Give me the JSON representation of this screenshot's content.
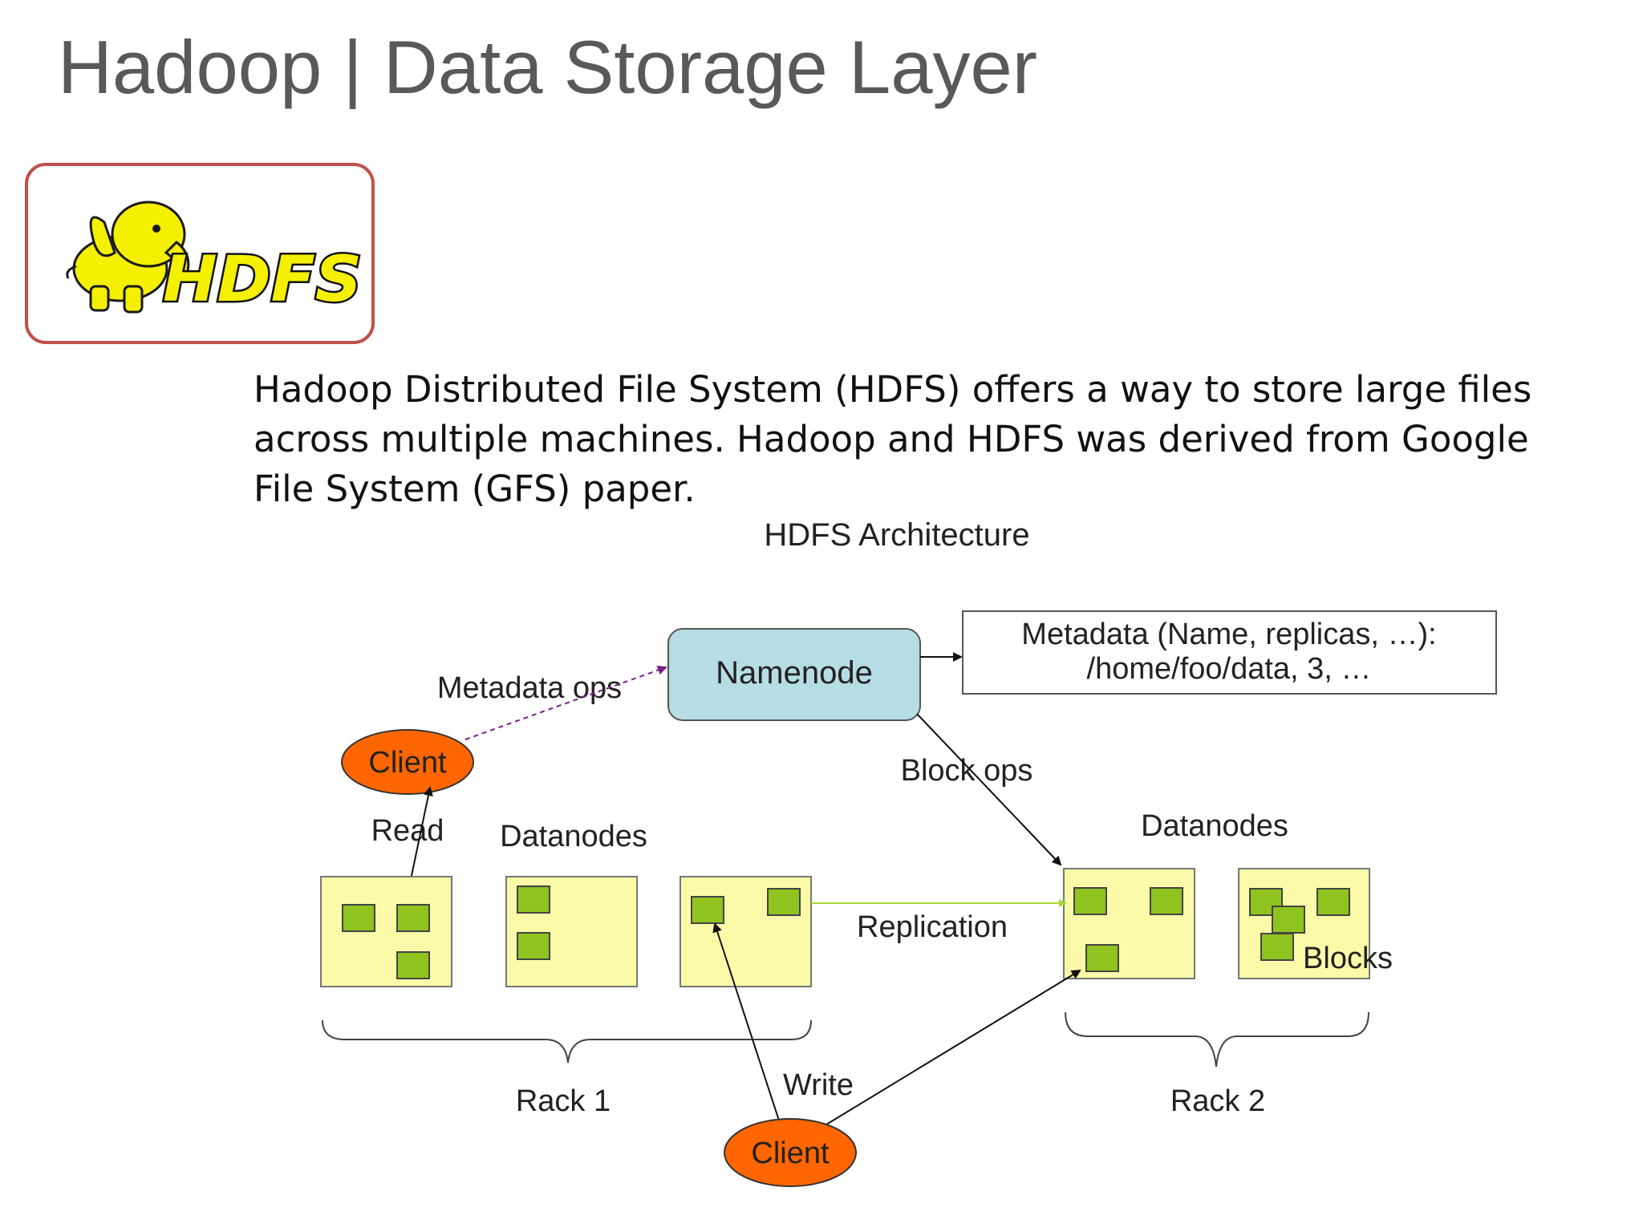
{
  "title": "Hadoop | Data Storage Layer",
  "logo": {
    "text": "HDFS"
  },
  "description": "Hadoop Distributed File System (HDFS) offers a way to store large files across multiple machines. Hadoop and HDFS was derived from Google File System (GFS) paper.",
  "diagram": {
    "title": "HDFS Architecture",
    "namenode": "Namenode",
    "metadata_line1": "Metadata (Name, replicas, …):",
    "metadata_line2": "/home/foo/data, 3, …",
    "metadata_ops": "Metadata ops",
    "block_ops": "Block ops",
    "client_top": "Client",
    "client_bottom": "Client",
    "read": "Read",
    "write": "Write",
    "datanodes_left": "Datanodes",
    "datanodes_right": "Datanodes",
    "replication": "Replication",
    "blocks": "Blocks",
    "rack1": "Rack 1",
    "rack2": "Rack 2"
  },
  "colors": {
    "namenode_fill": "#b7dde4",
    "datanode_fill": "#fafaa8",
    "block_fill": "#8fc31f",
    "client_fill": "#ff6600",
    "logo_border": "#c0504d",
    "logo_yellow": "#f4f000"
  }
}
